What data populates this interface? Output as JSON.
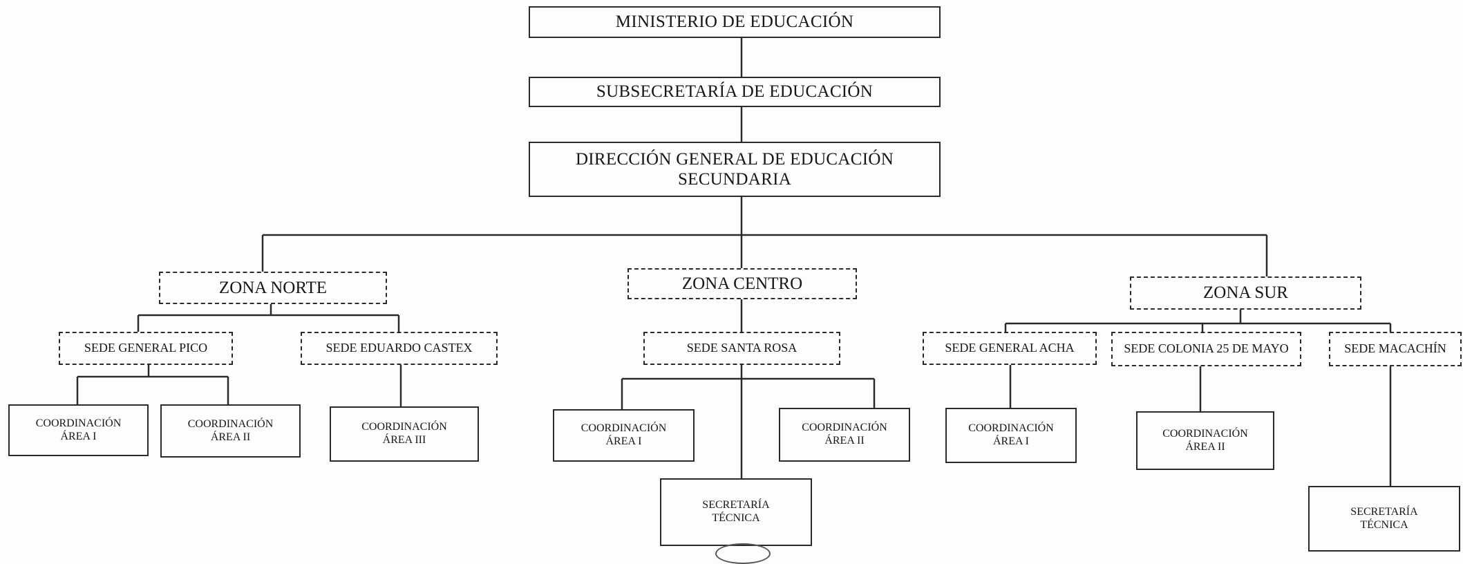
{
  "nodes": {
    "ministerio": "MINISTERIO DE EDUCACIÓN",
    "subsecretaria": "SUBSECRETARÍA DE EDUCACIÓN",
    "direccion": "DIRECCIÓN GENERAL DE EDUCACIÓN\nSECUNDARIA",
    "zona_norte": "ZONA NORTE",
    "zona_centro": "ZONA CENTRO",
    "zona_sur": "ZONA SUR",
    "sede_general_pico": "SEDE GENERAL PICO",
    "sede_eduardo_castex": "SEDE EDUARDO CASTEX",
    "sede_santa_rosa": "SEDE SANTA ROSA",
    "sede_general_acha": "SEDE GENERAL ACHA",
    "sede_colonia": "SEDE COLONIA 25 DE MAYO",
    "sede_macachin": "SEDE MACACHÍN",
    "pico_area_i": "COORDINACIÓN\nÁREA I",
    "pico_area_ii": "COORDINACIÓN\nÁREA II",
    "castex_area_iii": "COORDINACIÓN\nÁREA III",
    "santa_rosa_area_i": "COORDINACIÓN\nÁREA I",
    "santa_rosa_area_ii": "COORDINACIÓN\nÁREA II",
    "santa_rosa_secretaria": "SECRETARÍA\nTÉCNICA",
    "acha_area_i": "COORDINACIÓN\nÁREA I",
    "colonia_area_ii": "COORDINACIÓN\nÁREA II",
    "macachin_secretaria": "SECRETARÍA\nTÉCNICA"
  }
}
